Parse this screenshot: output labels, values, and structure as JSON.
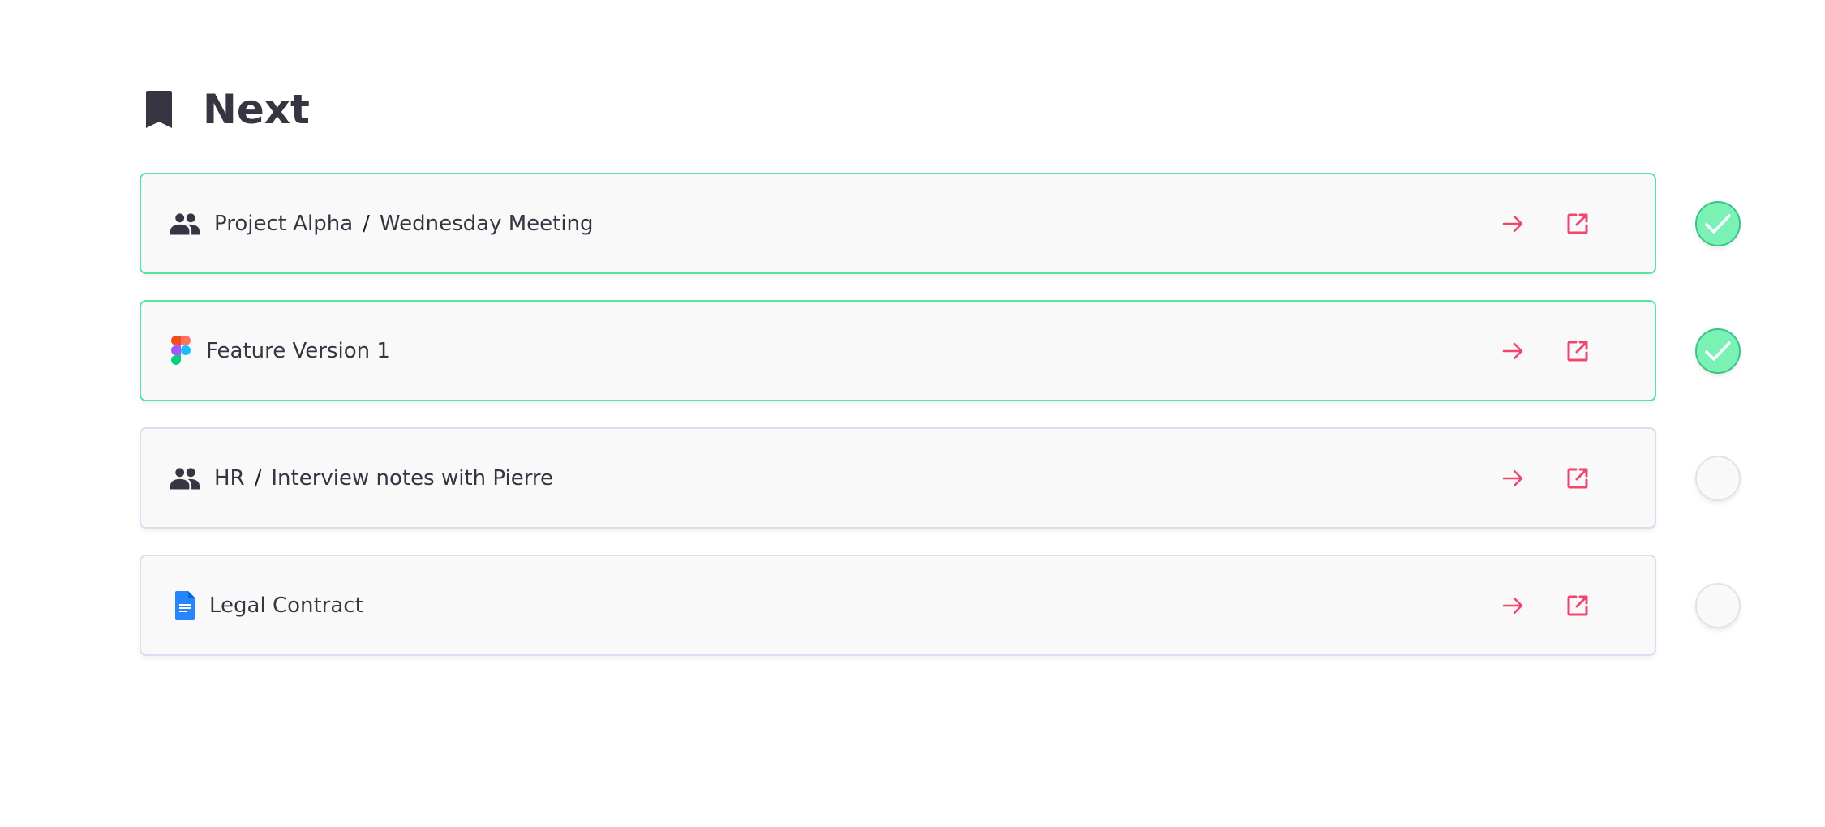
{
  "header": {
    "title": "Next",
    "icon": "bookmark-icon"
  },
  "colors": {
    "accent": "#f0466e",
    "done_border": "#57e3a0",
    "done_fill": "#7af2b6",
    "text": "#363643"
  },
  "items": [
    {
      "icon": "people-icon",
      "parent": "Project Alpha",
      "separator": "/",
      "name": "Wednesday Meeting",
      "done": true
    },
    {
      "icon": "figma-icon",
      "name": "Feature Version 1",
      "done": true
    },
    {
      "icon": "people-icon",
      "parent": "HR",
      "separator": "/",
      "name": "Interview notes with Pierre",
      "done": false
    },
    {
      "icon": "google-doc-icon",
      "name": "Legal Contract",
      "done": false
    }
  ]
}
